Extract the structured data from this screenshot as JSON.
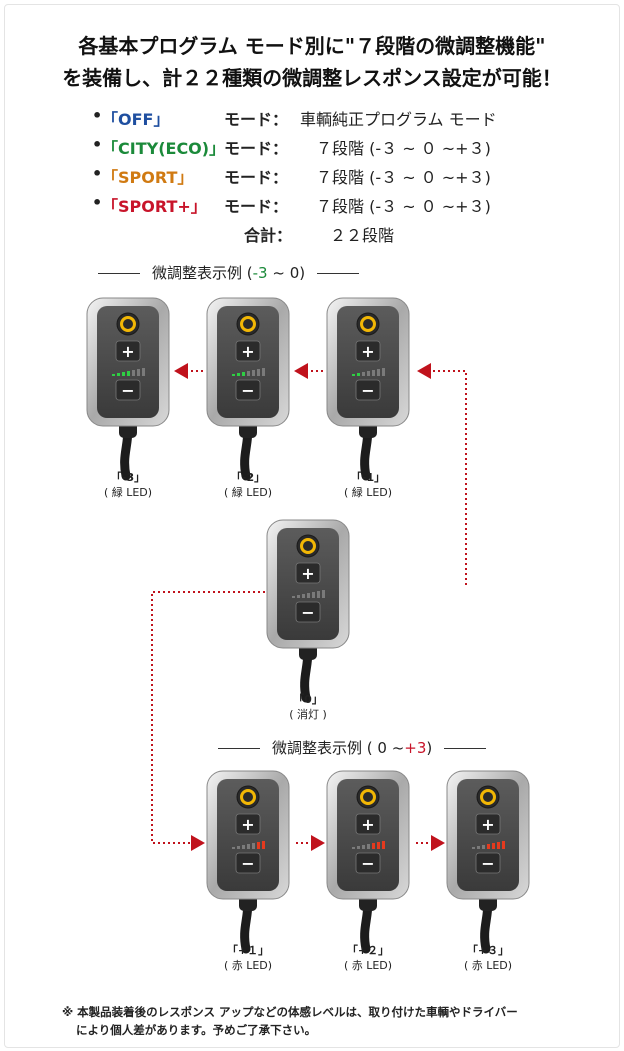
{
  "headline": {
    "line1": "各基本プログラム モード別に\"７段階の微調整機能\"",
    "line2": "を装備し、計２２種類の微調整レスポンス設定が可能！"
  },
  "modes": [
    {
      "bullet": "•",
      "name": "「OFF」",
      "color": "#1f4fa0",
      "label": "モード：",
      "desc": "車輌純正プログラム モード"
    },
    {
      "bullet": "•",
      "name": "「CITY(ECO)」",
      "color": "#1b8a3a",
      "label": "モード：",
      "desc": "　７段階 (-３ ~ ０ ~+３)"
    },
    {
      "bullet": "•",
      "name": "「SPORT」",
      "color": "#d07a12",
      "label": "モード：",
      "desc": "　７段階 (-３ ~ ０ ~+３)"
    },
    {
      "bullet": "•",
      "name": "「SPORT+」",
      "color": "#c8142a",
      "label": "モード：",
      "desc": "　７段階 (-３ ~ ０ ~+３)"
    }
  ],
  "total": {
    "label": "合計：",
    "value": "２２段階"
  },
  "example_minus": {
    "prefix": "微調整表示例 (",
    "highlight": "-3",
    "suffix": " ~ 0)",
    "highlight_color": "#1b8a3a"
  },
  "example_plus": {
    "prefix": "微調整表示例 ( 0 ~",
    "highlight": "+3",
    "suffix": ")",
    "highlight_color": "#c8142a"
  },
  "devices": [
    {
      "label": "「-3」",
      "led": "( 緑 LED)",
      "level": -3
    },
    {
      "label": "「-2」",
      "led": "( 緑 LED)",
      "level": -2
    },
    {
      "label": "「-1」",
      "led": "( 緑 LED)",
      "level": -1
    },
    {
      "label": "「0」",
      "led": "( 消灯 )",
      "level": 0
    },
    {
      "label": "「+１」",
      "led": "( 赤 LED)",
      "level": 1
    },
    {
      "label": "「+２」",
      "led": "( 赤 LED)",
      "level": 2
    },
    {
      "label": "「+３」",
      "led": "( 赤 LED)",
      "level": 3
    }
  ],
  "device_glyphs": {
    "plus": "+",
    "minus": "−"
  },
  "colors": {
    "green_led": "#2fcf44",
    "red_led": "#e43a1e",
    "arrow": "#c0121c",
    "button_ring": "#f2b705"
  },
  "note": {
    "line1": "※ 本製品装着後のレスポンス アップなどの体感レベルは、取り付けた車輌やドライバー",
    "line2": "により個人差があります。予めご了承下さい。"
  }
}
